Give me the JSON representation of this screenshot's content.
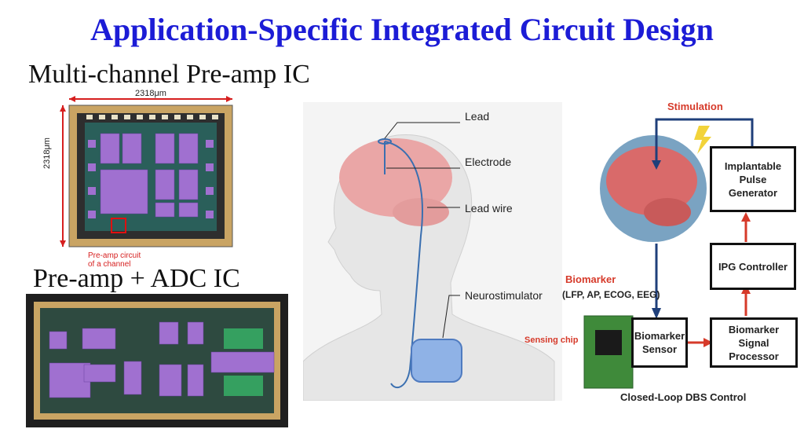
{
  "title": "Application-Specific Integrated Circuit Design",
  "left": {
    "heading1": "Multi-channel Pre-amp IC",
    "dim_top": "2318μm",
    "dim_left": "2318μm",
    "preamp_note_line1": "Pre-amp circuit",
    "preamp_note_line2": "of a channel",
    "heading2": "Pre-amp + ADC IC"
  },
  "middle": {
    "labels": [
      "Lead",
      "Electrode",
      "Lead wire",
      "Neurostimulator"
    ]
  },
  "right": {
    "stimulation": "Stimulation",
    "ipg_line1": "Implantable",
    "ipg_line2": "Pulse",
    "ipg_line3": "Generator",
    "ipg_controller": "IPG Controller",
    "biomarker_title": "Biomarker",
    "biomarker_sub": "(LFP, AP, ECOG, EEG)",
    "sensing_chip": "Sensing chip",
    "sensor_line1": "Biomarker",
    "sensor_line2": "Sensor",
    "processor_line1": "Biomarker Signal",
    "processor_line2": "Processor",
    "caption": "Closed-Loop DBS Control"
  },
  "colors": {
    "title": "#1c1cd6",
    "arrow_red": "#d63a2a",
    "arrow_blue": "#1f3f7a",
    "chip_purple": "#a070d0"
  }
}
